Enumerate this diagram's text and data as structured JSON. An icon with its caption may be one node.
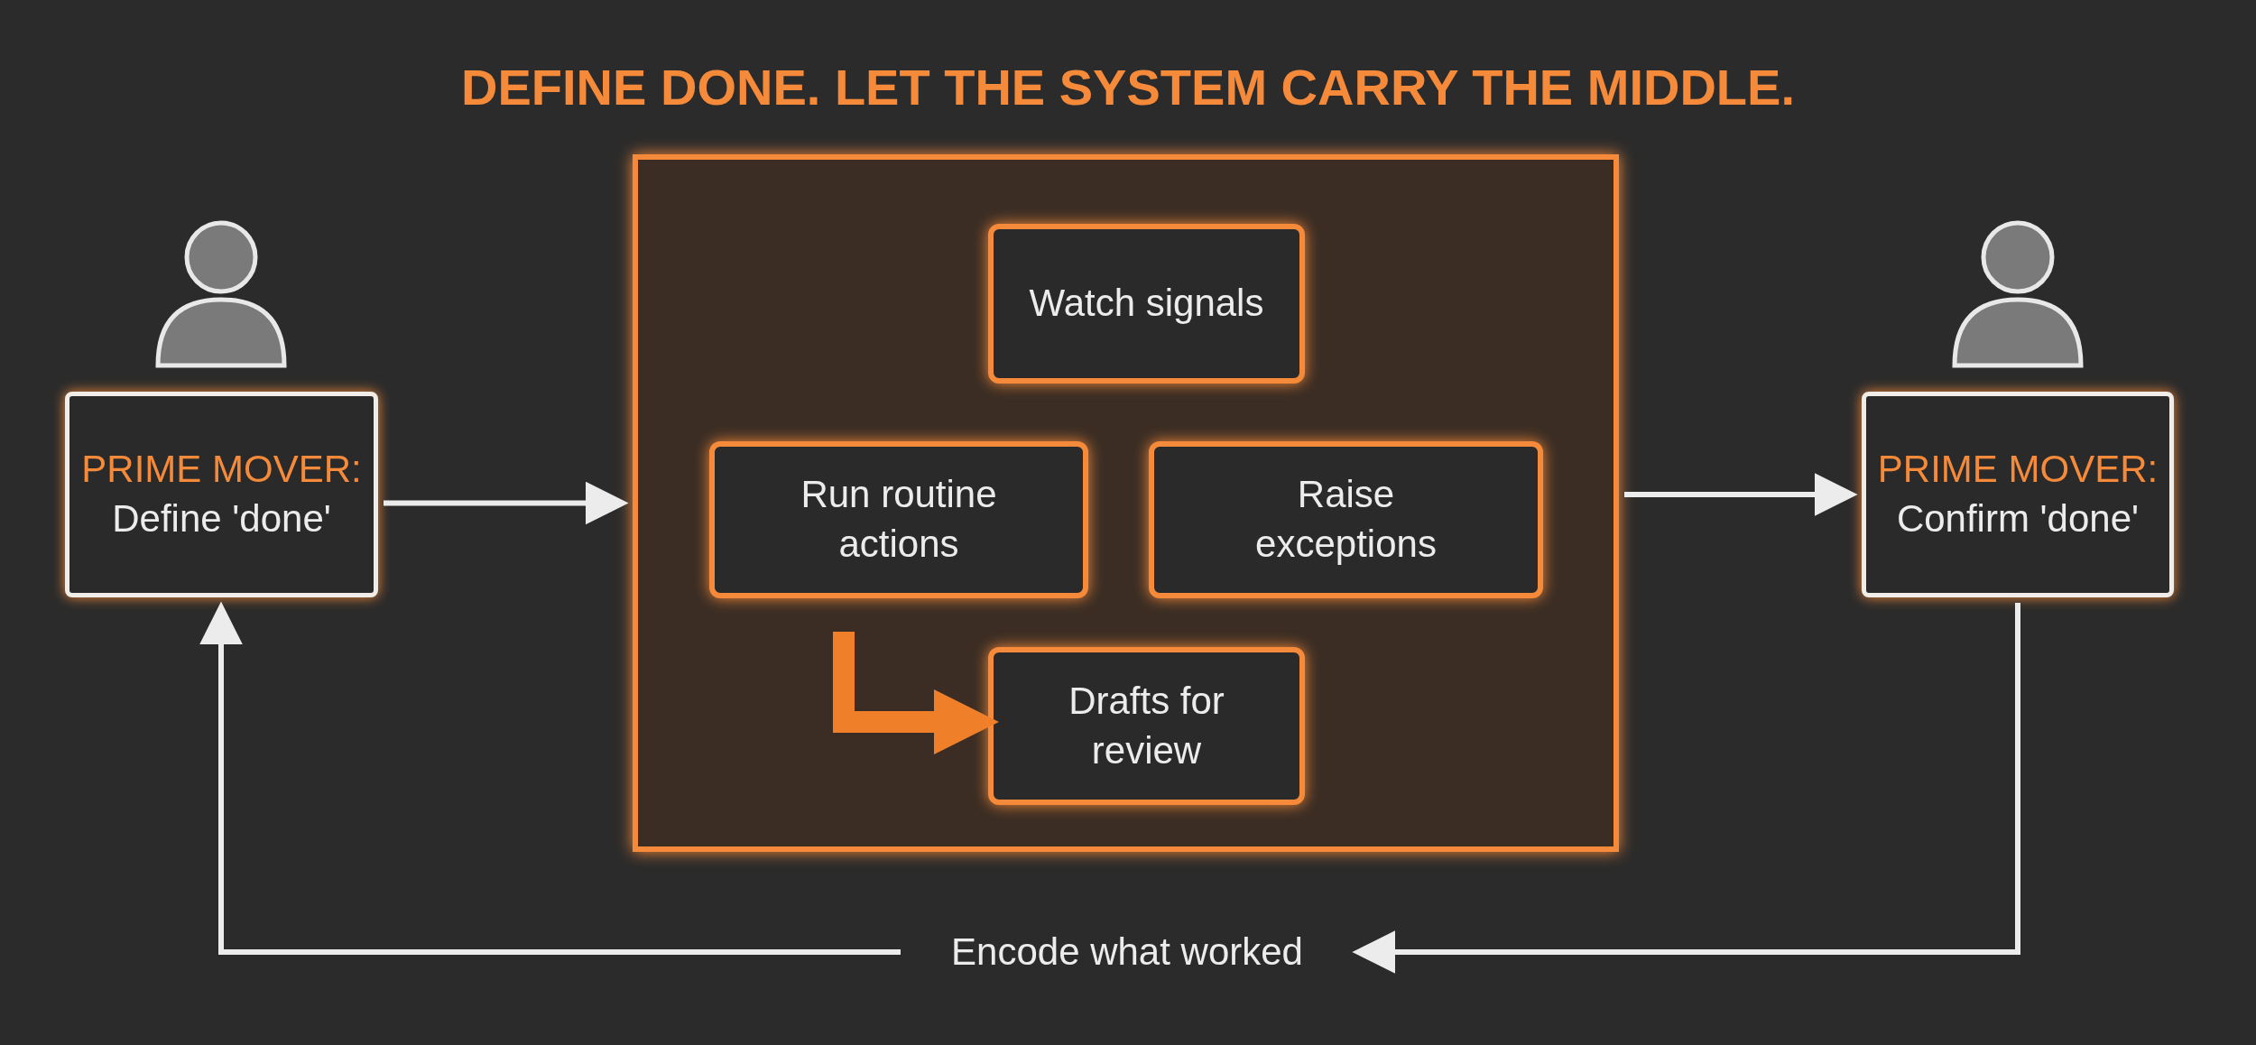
{
  "diagram": {
    "title": "DEFINE DONE. LET THE SYSTEM CARRY THE MIDDLE.",
    "nodes": [
      {
        "text": [
          "PRIME MOVER:",
          "Define 'done'"
        ]
      },
      {
        "text": [],
        "shape": "box"
      },
      {
        "text": [
          "Watch signals"
        ],
        "in": 1
      },
      {
        "text": [
          "Run routine actions"
        ],
        "in": 1
      },
      {
        "text": [
          "Raise exceptions"
        ],
        "in": 1
      },
      {
        "text": [
          "Drafts for review"
        ],
        "in": 1
      },
      {
        "text": [
          "PRIME MOVER:",
          "Confirm 'done'"
        ]
      },
      {
        "text": [
          "Encode what worked"
        ]
      }
    ],
    "edges": [
      {
        "from": 0,
        "to": 1,
        "arrow": "to"
      },
      {
        "from": 1,
        "to": 6,
        "arrow": "to"
      },
      {
        "from": 6,
        "to": 7,
        "arrow": "to"
      },
      {
        "from": 7,
        "to": 0,
        "arrow": "to"
      },
      {
        "from": null,
        "to": 5,
        "arrow": "to",
        "style": "thick",
        "color": "#f07f2a"
      }
    ]
  }
}
